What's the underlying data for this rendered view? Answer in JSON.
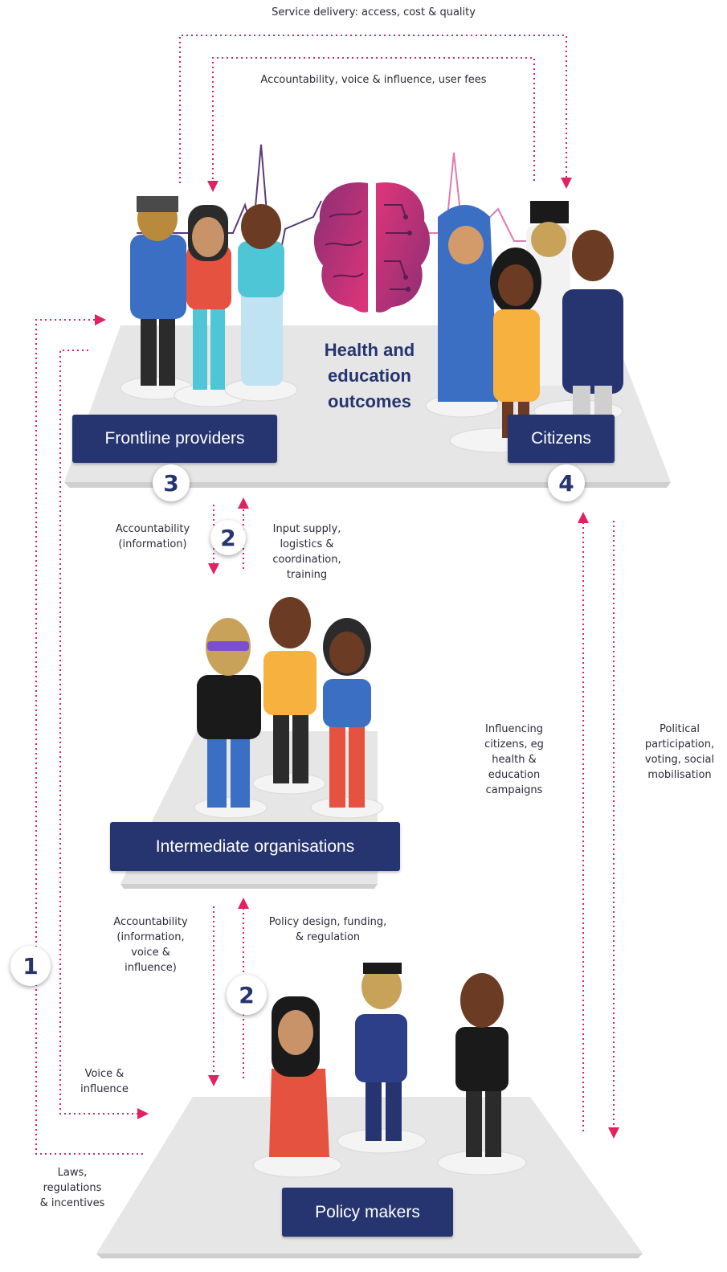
{
  "top_labels": {
    "service_delivery": "Service delivery: access, cost & quality",
    "accountability_citizens": "Accountability, voice & influence, user fees"
  },
  "outcomes": [
    "Health and",
    "education",
    "outcomes"
  ],
  "actors": {
    "frontline": "Frontline providers",
    "citizens": "Citizens",
    "intermediate": "Intermediate organisations",
    "policy": "Policy makers"
  },
  "numbers": {
    "n1": "1",
    "n2_upper": "2",
    "n2_lower": "2",
    "n3": "3",
    "n4": "4"
  },
  "flow_labels": {
    "accountability_info": [
      "Accountability",
      "(information)"
    ],
    "input_supply": [
      "Input supply,",
      "logistics &",
      "coordination,",
      "training"
    ],
    "influencing_citizens": [
      "Influencing",
      "citizens, eg",
      "health &",
      "education",
      "campaigns"
    ],
    "political_participation": [
      "Political",
      "participation,",
      "voting, social",
      "mobilisation"
    ],
    "accountability_voice": [
      "Accountability",
      "(information,",
      "voice &",
      "influence)"
    ],
    "policy_design": [
      "Policy design, funding,",
      "& regulation"
    ],
    "voice_influence": [
      "Voice &",
      "influence"
    ],
    "laws": [
      "Laws,",
      "regulations",
      "& incentives"
    ]
  },
  "colors": {
    "navy": "#263570",
    "arrow_pink": "#e0225f",
    "platform": "#e6e6e6",
    "brain_pink": "#e0357a",
    "brain_purple": "#8a2e73"
  }
}
